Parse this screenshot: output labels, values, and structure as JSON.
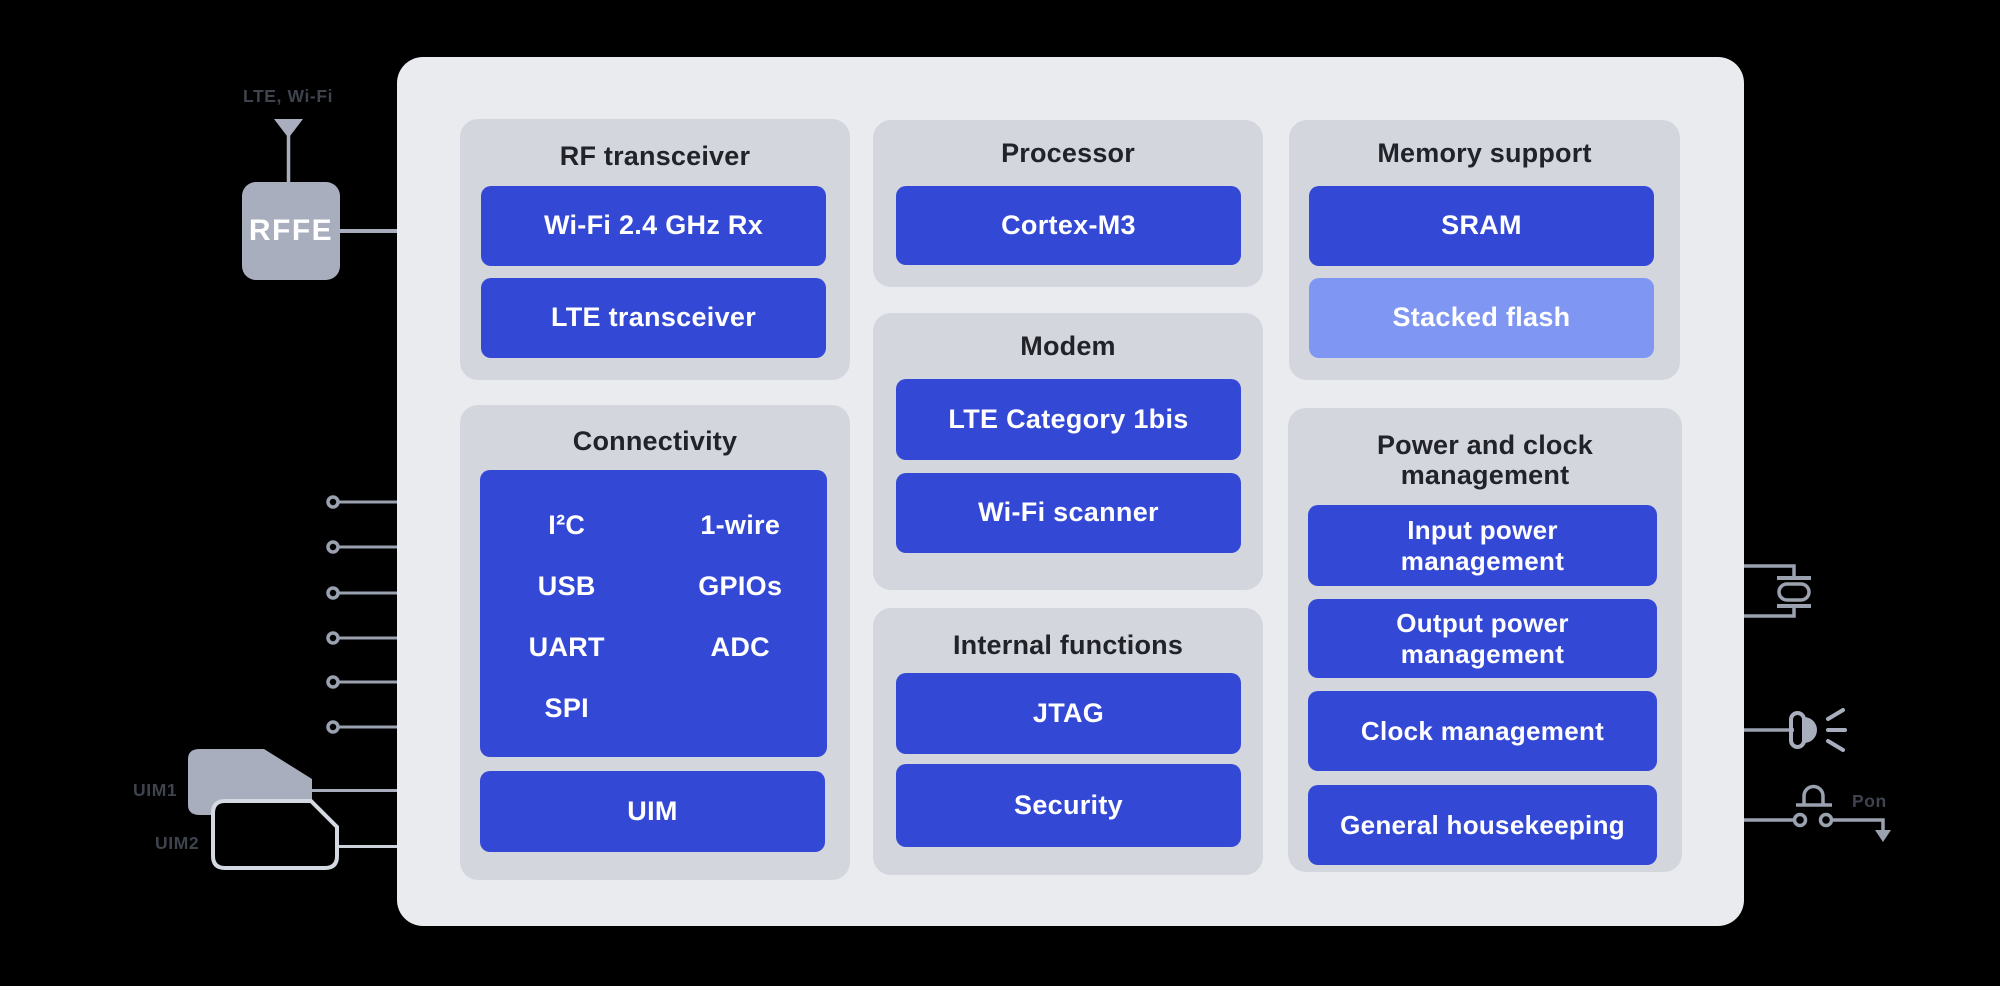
{
  "palette": {
    "background": "#000000",
    "board": "#e9ebef",
    "group_fill": "#d3d6dd",
    "accent_blue": "#3448d6",
    "light_blue": "#7f97f3",
    "component_gray": "#a8aebd",
    "wire_gray": "#9aa1af",
    "title_color": "#212329",
    "side_label_color": "#3e434e"
  },
  "icons": {
    "antenna": "antenna-icon",
    "rffe": "rffe-block",
    "pin": "pin-icon",
    "sim1": "sim-card-uim1-icon",
    "sim2": "sim-card-uim2-icon",
    "crystal": "crystal-oscillator-icon",
    "led": "led-icon",
    "button": "push-button-icon"
  },
  "left": {
    "antenna_label": "LTE, Wi-Fi",
    "rffe_label": "RFFE",
    "uim1_label": "UIM1",
    "uim2_label": "UIM2"
  },
  "right": {
    "pon_label": "Pon"
  },
  "groups": {
    "rf_transceiver": {
      "title": "RF transceiver",
      "blocks": [
        "Wi-Fi 2.4 GHz Rx",
        "LTE transceiver"
      ]
    },
    "connectivity": {
      "title": "Connectivity",
      "grid": [
        "I²C",
        "1-wire",
        "USB",
        "GPIOs",
        "UART",
        "ADC",
        "SPI"
      ],
      "uim": "UIM"
    },
    "processor": {
      "title": "Processor",
      "blocks": [
        "Cortex-M3"
      ]
    },
    "modem": {
      "title": "Modem",
      "blocks": [
        "LTE Category 1bis",
        "Wi-Fi scanner"
      ]
    },
    "internal_functions": {
      "title": "Internal functions",
      "blocks": [
        "JTAG",
        "Security"
      ]
    },
    "memory_support": {
      "title": "Memory support",
      "blocks": [
        "SRAM",
        "Stacked flash"
      ]
    },
    "power_clock": {
      "title": "Power and clock management",
      "blocks": [
        "Input power management",
        "Output power management",
        "Clock management",
        "General housekeeping"
      ]
    }
  }
}
